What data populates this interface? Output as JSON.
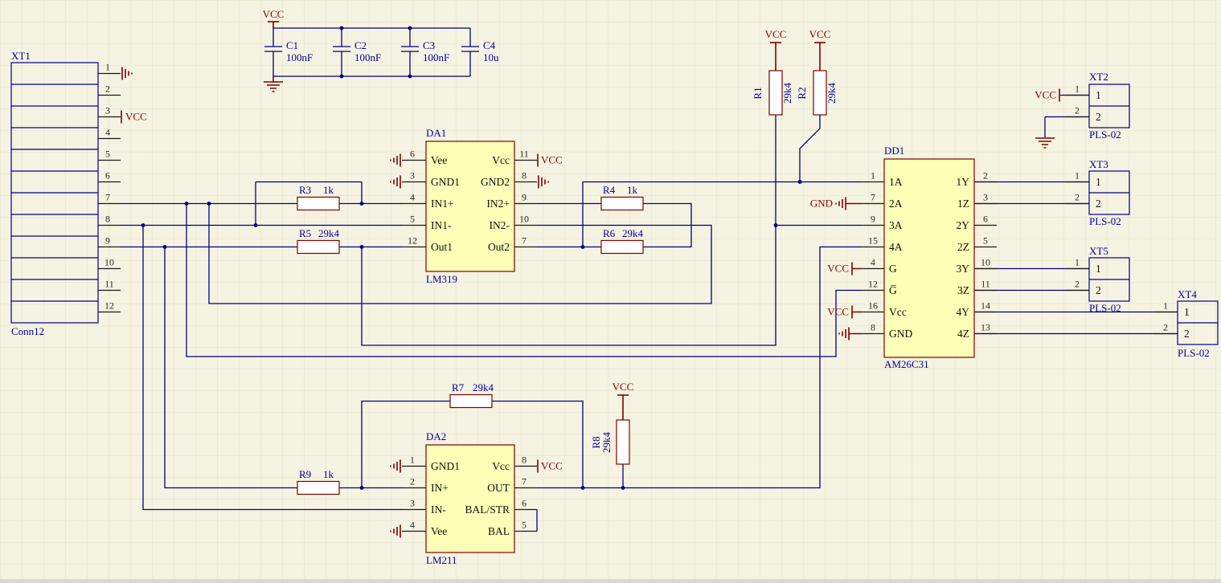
{
  "power": {
    "vcc": "VCC",
    "gnd": "GND"
  },
  "connectors": {
    "xt1": {
      "designator": "XT1",
      "part": "Conn12",
      "pins": [
        "1",
        "2",
        "3",
        "4",
        "5",
        "6",
        "7",
        "8",
        "9",
        "10",
        "11",
        "12"
      ]
    },
    "xt2": {
      "designator": "XT2",
      "part": "PLS-02",
      "pins": [
        "1",
        "2"
      ]
    },
    "xt3": {
      "designator": "XT3",
      "part": "PLS-02",
      "pins": [
        "1",
        "2"
      ]
    },
    "xt4": {
      "designator": "XT4",
      "part": "PLS-02",
      "pins": [
        "1",
        "2"
      ]
    },
    "xt5": {
      "designator": "XT5",
      "part": "PLS-02",
      "pins": [
        "1",
        "2"
      ]
    }
  },
  "capacitors": [
    {
      "designator": "C1",
      "value": "100nF"
    },
    {
      "designator": "C2",
      "value": "100nF"
    },
    {
      "designator": "C3",
      "value": "100nF"
    },
    {
      "designator": "C4",
      "value": "10u"
    }
  ],
  "resistors": {
    "r1": {
      "designator": "R1",
      "value": "29k4"
    },
    "r2": {
      "designator": "R2",
      "value": "29k4"
    },
    "r3": {
      "designator": "R3",
      "value": "1k"
    },
    "r4": {
      "designator": "R4",
      "value": "1k"
    },
    "r5": {
      "designator": "R5",
      "value": "29k4"
    },
    "r6": {
      "designator": "R6",
      "value": "29k4"
    },
    "r7": {
      "designator": "R7",
      "value": "29k4"
    },
    "r8": {
      "designator": "R8",
      "value": "29k4"
    },
    "r9": {
      "designator": "R9",
      "value": "1k"
    }
  },
  "ics": {
    "da1": {
      "designator": "DA1",
      "part": "LM319",
      "left": [
        {
          "num": "6",
          "name": "Vee"
        },
        {
          "num": "3",
          "name": "GND1"
        },
        {
          "num": "4",
          "name": "IN1+"
        },
        {
          "num": "5",
          "name": "IN1-"
        },
        {
          "num": "12",
          "name": "Out1"
        }
      ],
      "right": [
        {
          "num": "11",
          "name": "Vcc"
        },
        {
          "num": "8",
          "name": "GND2"
        },
        {
          "num": "9",
          "name": "IN2+"
        },
        {
          "num": "10",
          "name": "IN2-"
        },
        {
          "num": "7",
          "name": "Out2"
        }
      ]
    },
    "da2": {
      "designator": "DA2",
      "part": "LM211",
      "left": [
        {
          "num": "1",
          "name": "GND1"
        },
        {
          "num": "2",
          "name": "IN+"
        },
        {
          "num": "3",
          "name": "IN-"
        },
        {
          "num": "4",
          "name": "Vee"
        }
      ],
      "right": [
        {
          "num": "8",
          "name": "Vcc"
        },
        {
          "num": "7",
          "name": "OUT"
        },
        {
          "num": "6",
          "name": "BAL/STR"
        },
        {
          "num": "5",
          "name": "BAL"
        }
      ]
    },
    "dd1": {
      "designator": "DD1",
      "part": "AM26C31",
      "left": [
        {
          "num": "1",
          "name": "1A"
        },
        {
          "num": "7",
          "name": "2A"
        },
        {
          "num": "9",
          "name": "3A"
        },
        {
          "num": "15",
          "name": "4A"
        },
        {
          "num": "4",
          "name": "G"
        },
        {
          "num": "12",
          "name": "G̅"
        },
        {
          "num": "16",
          "name": "Vcc"
        },
        {
          "num": "8",
          "name": "GND"
        }
      ],
      "right": [
        {
          "num": "2",
          "name": "1Y"
        },
        {
          "num": "3",
          "name": "1Z"
        },
        {
          "num": "6",
          "name": "2Y"
        },
        {
          "num": "5",
          "name": "2Z"
        },
        {
          "num": "10",
          "name": "3Y"
        },
        {
          "num": "11",
          "name": "3Z"
        },
        {
          "num": "14",
          "name": "4Y"
        },
        {
          "num": "13",
          "name": "4Z"
        }
      ]
    }
  },
  "colors": {
    "background": "#F5F3E1",
    "grid": "#E6E3CC",
    "wire": "#000080",
    "component_fill": "#FFFFB8",
    "component_border": "#800000",
    "designator_text": "#0000A0",
    "power_text": "#8B0000"
  }
}
